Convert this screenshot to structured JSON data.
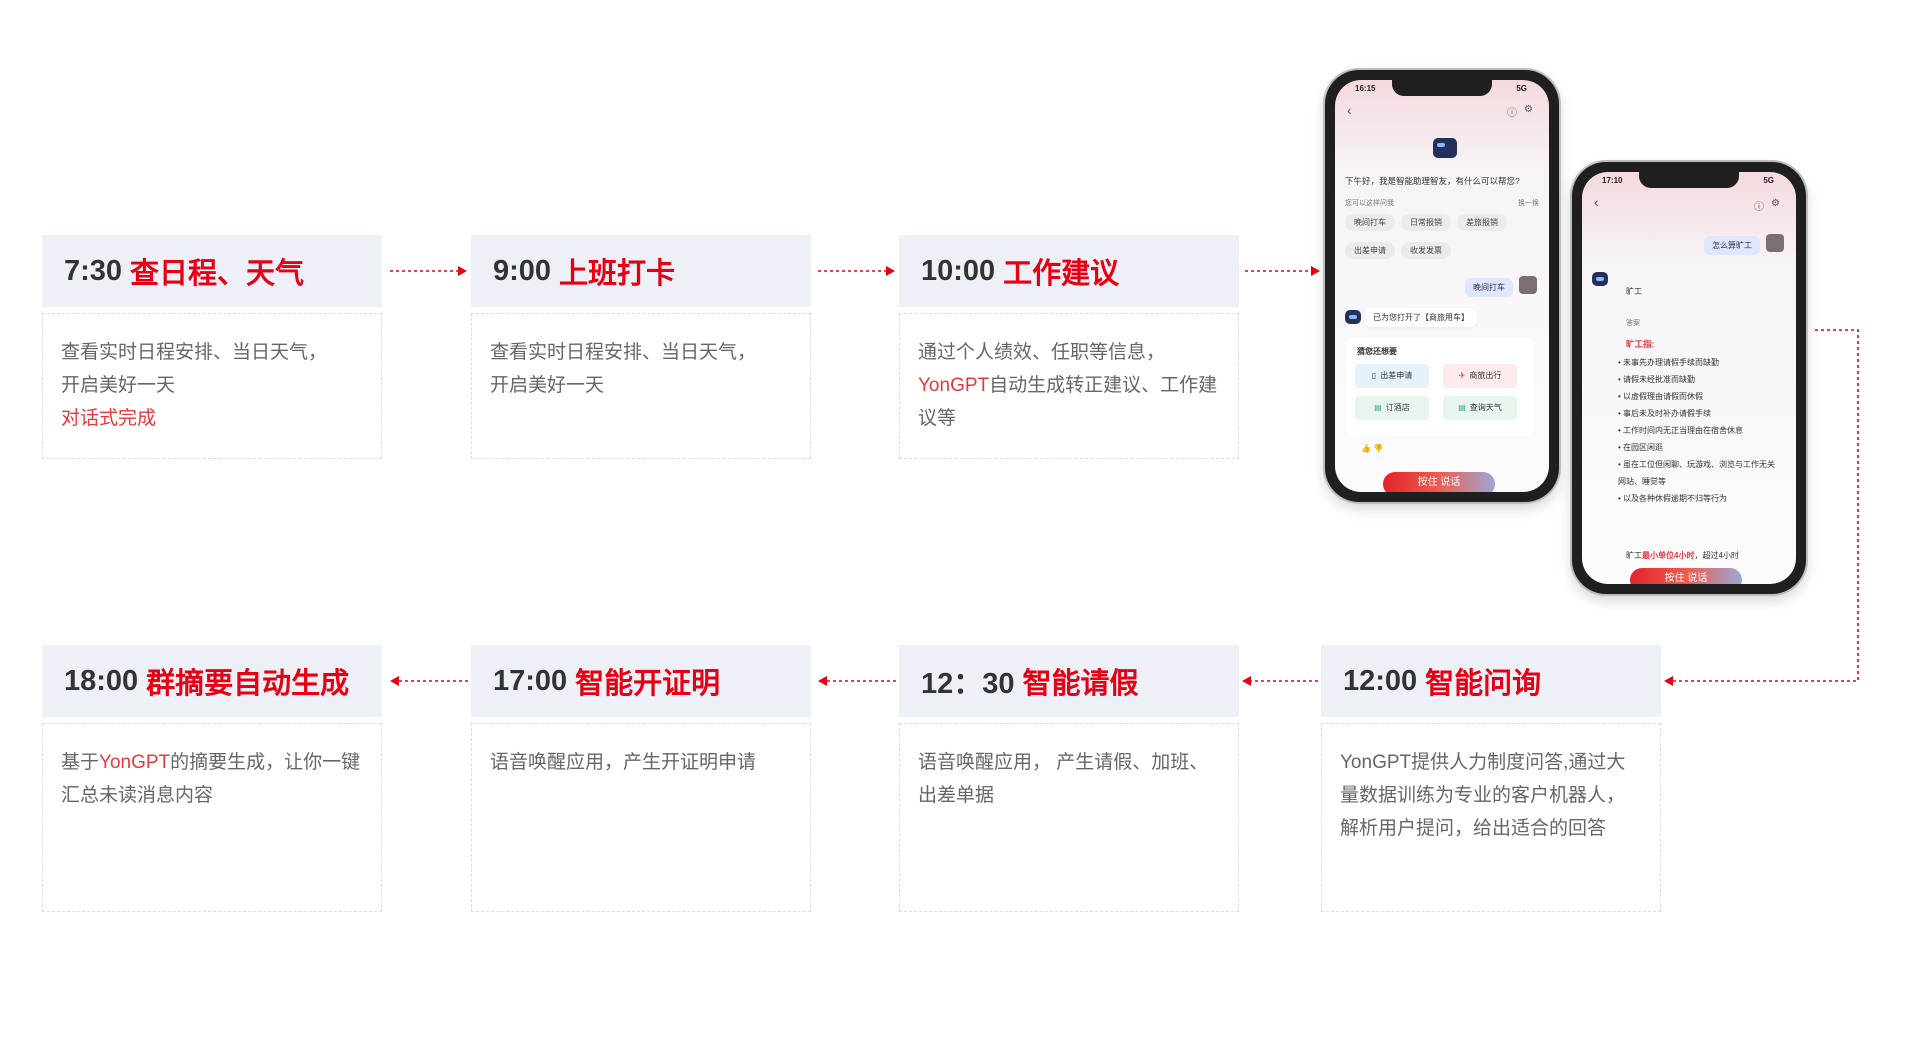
{
  "steps": [
    {
      "time": "7:30",
      "title": "查日程、天气",
      "desc": "查看实时日程安排、当日天气，\n开启美好一天",
      "highlight": "对话式完成"
    },
    {
      "time": "9:00",
      "title": "上班打卡",
      "desc": "查看实时日程安排、当日天气，\n开启美好一天"
    },
    {
      "time": "10:00",
      "title": "工作建议",
      "desc_pre": "通过个人绩效、任职等信息，",
      "highlight": "YonGPT",
      "desc_post": "自动生成转正建议、工作建议等"
    },
    {
      "time": "12:00",
      "title": "智能问询",
      "desc": "YonGPT提供人力制度问答,通过大量数据训练为专业的客户机器人，解析用户提问，给出适合的回答"
    },
    {
      "time": "12：30",
      "title": "智能请假",
      "desc": "语音唤醒应用， 产生请假、加班、出差单据"
    },
    {
      "time": "17:00",
      "title": "智能开证明",
      "desc": "语音唤醒应用，产生开证明申请"
    },
    {
      "time": "18:00",
      "title": "群摘要自动生成",
      "desc_pre": "基于",
      "highlight": "YonGPT",
      "desc_post": "的摘要生成，让你一键汇总未读消息内容"
    }
  ],
  "phone1": {
    "time": "16:15",
    "signal": "5G",
    "greeting": "下午好，我是智能助理智友，有什么可以帮您?",
    "ask_label": "您可以这样问我",
    "refresh": "换一换",
    "chips": [
      "晚间打车",
      "日常报销",
      "差旅报销",
      "出差申请",
      "收发发票"
    ],
    "user_msg": "晚间打车",
    "bot_msg": "已为您打开了【商旅用车】",
    "guess_title": "猜您还想要",
    "services": [
      "出差申请",
      "商旅出行",
      "订酒店",
      "查询天气"
    ],
    "talk_button": "按住 说话"
  },
  "phone2": {
    "time": "17:10",
    "signal": "5G",
    "user_msg": "怎么算旷工",
    "answer_head": "旷工",
    "answer_sub": "答案",
    "definition_title": "旷工指:",
    "items": [
      "未事先办理请假手续而缺勤",
      "请假未经批准而缺勤",
      "以虚假理由请假而休假",
      "事后未及时补办请假手续",
      "工作时间内无正当理由在宿舍休息",
      "在园区闲逛",
      "虽在工位但闲聊、玩游戏、浏览与工作无关网站、睡觉等",
      "以及各种休假逾期不归等行为"
    ],
    "footer_pre": "旷工",
    "footer_highlight": "最小单位4小时",
    "footer_post": "，超过4小时",
    "talk_button": "按住 说话"
  },
  "colors": {
    "accent": "#e60012",
    "header_bg": "#eef0f7",
    "arrow": "#e60012"
  }
}
